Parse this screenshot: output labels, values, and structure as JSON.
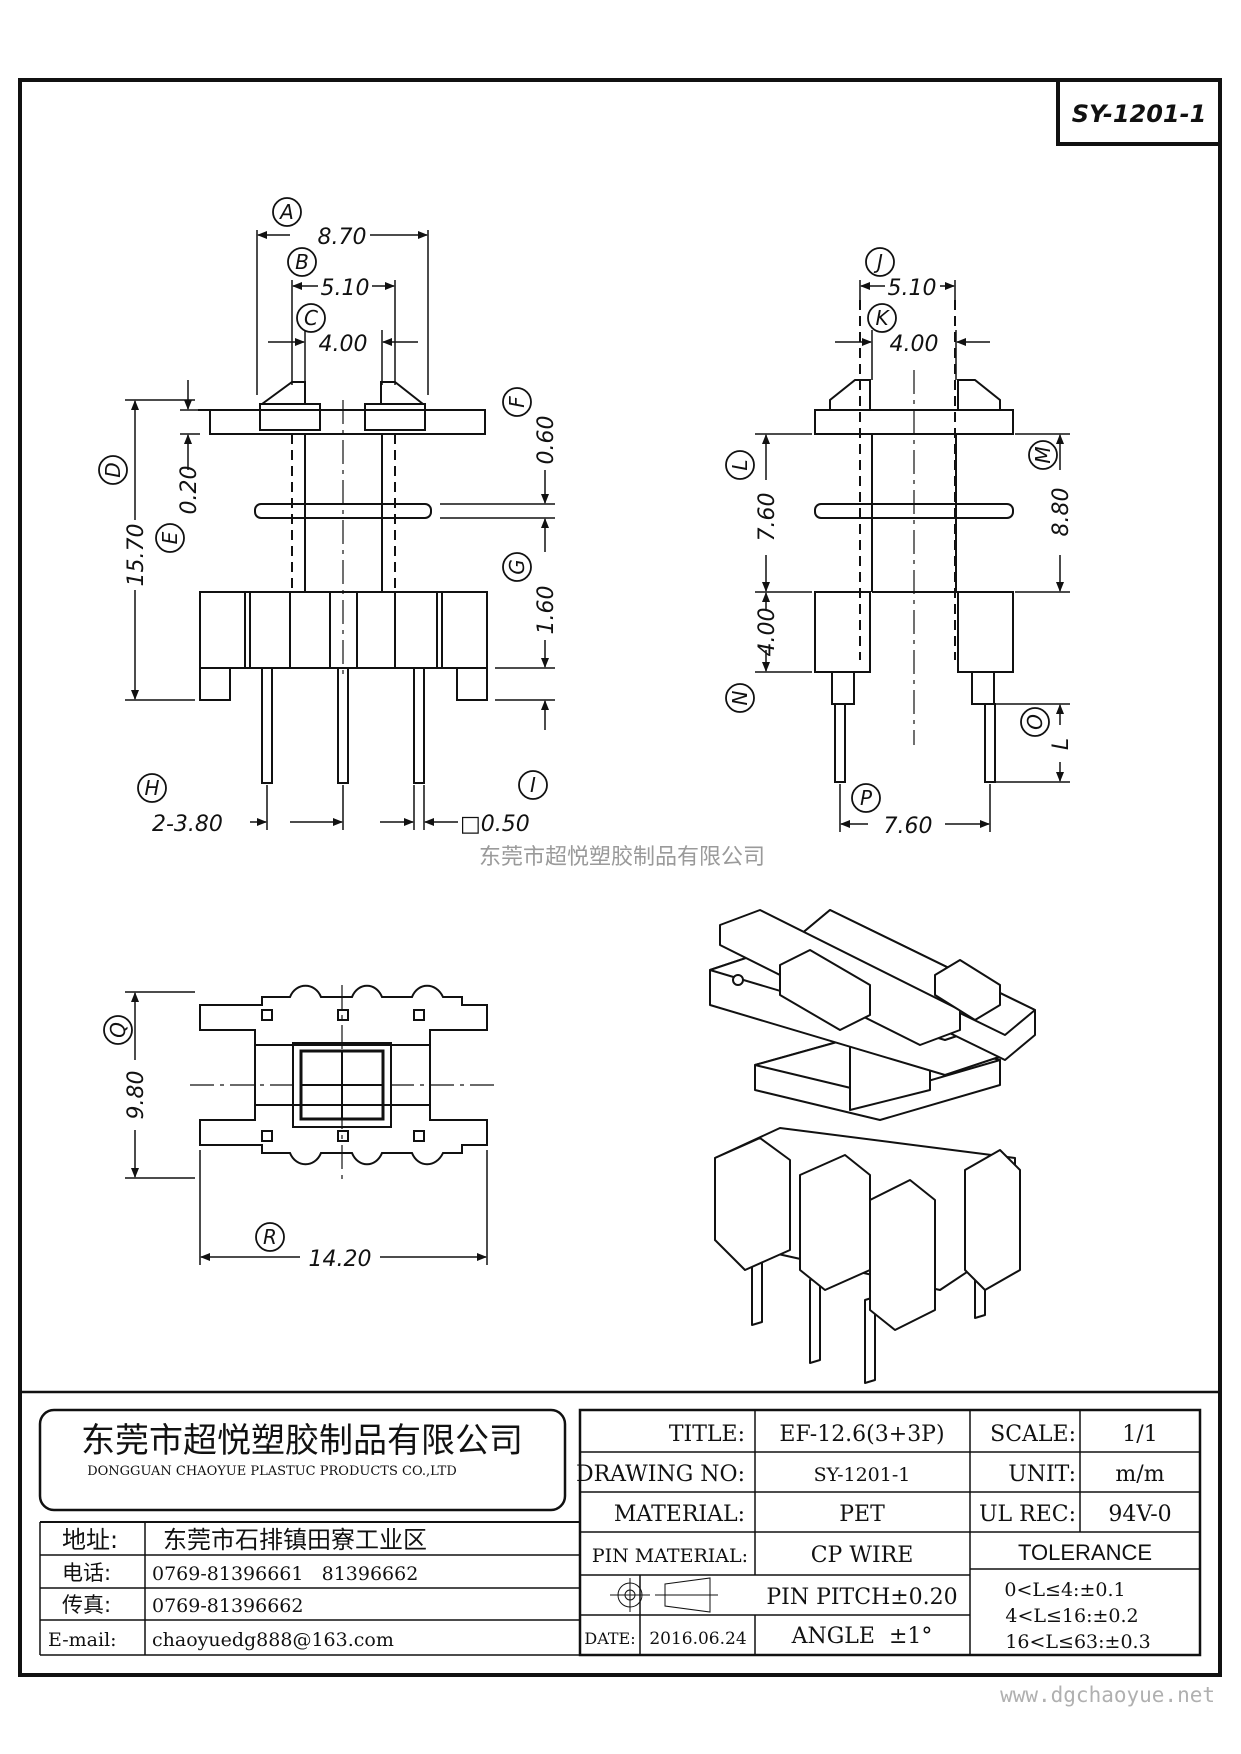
{
  "drawing_code": "SY-1201-1",
  "watermark": "东莞市超悦塑胶制品有限公司",
  "website": "www.dgchaoyue.net",
  "dimensions": {
    "A": "8.70",
    "B": "5.10",
    "C": "4.00",
    "D": "15.70",
    "E": "0.20",
    "F": "0.60",
    "G": "1.60",
    "H": "2-3.80",
    "I": "□0.50",
    "J": "5.10",
    "K": "4.00",
    "L": "7.60",
    "M": "8.80",
    "N": "4.00",
    "O": "L",
    "P": "7.60",
    "Q": "9.80",
    "R": "14.20"
  },
  "bubbles": [
    "A",
    "B",
    "C",
    "D",
    "E",
    "F",
    "G",
    "H",
    "I",
    "J",
    "K",
    "L",
    "M",
    "N",
    "O",
    "P",
    "Q",
    "R"
  ],
  "company": {
    "name_cn": "东莞市超悦塑胶制品有限公司",
    "name_en": "DONGGUAN CHAOYUE PLASTUC PRODUCTS CO.,LTD",
    "address_label": "地址:",
    "address": "东莞市石排镇田寮工业区",
    "phone_label": "电话:",
    "phone": "0769-81396661   81396662",
    "fax_label": "传真:",
    "fax": "0769-81396662",
    "email_label": "E-mail:",
    "email": "chaoyuedg888@163.com"
  },
  "title_block": {
    "title_label": "TITLE:",
    "title": "EF-12.6(3+3P)",
    "scale_label": "SCALE:",
    "scale": "1/1",
    "drawing_no_label": "DRAWING NO:",
    "drawing_no": "SY-1201-1",
    "unit_label": "UNIT:",
    "unit": "m/m",
    "material_label": "MATERIAL:",
    "material": "PET",
    "ul_label": "UL REC:",
    "ul": "94V-0",
    "pin_material_label": "PIN MATERIAL:",
    "pin_material": "CP WIRE",
    "tolerance_label": "TOLERANCE",
    "pin_pitch": "PIN PITCH±0.20",
    "tol1": "0<L≤4:±0.1",
    "tol2": "4<L≤16:±0.2",
    "tol3": "16<L≤63:±0.3",
    "date_label": "DATE:",
    "date": "2016.06.24",
    "angle": "ANGLE  ±1°"
  }
}
